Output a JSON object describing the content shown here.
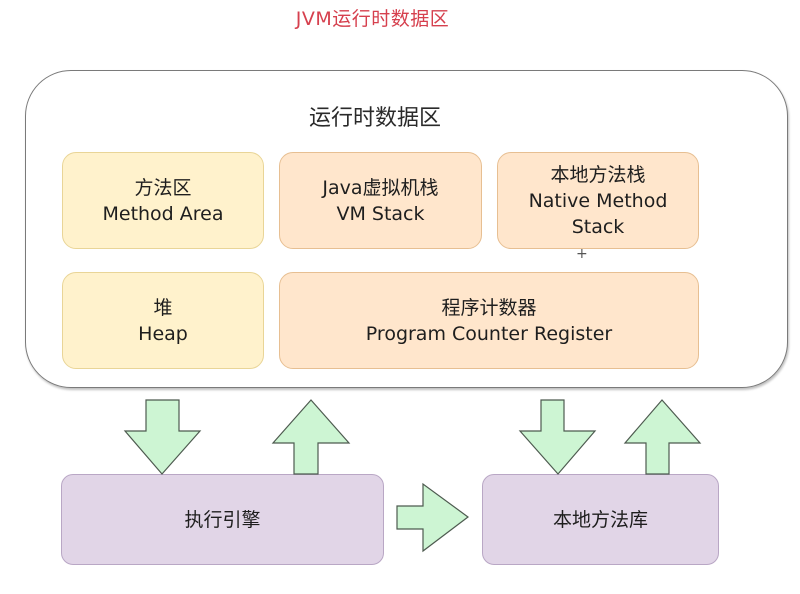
{
  "title": "JVM运行时数据区",
  "runtime_data_area": {
    "label": "运行时数据区",
    "components": {
      "method_area": {
        "cn": "方法区",
        "en": "Method Area"
      },
      "vm_stack": {
        "cn": "Java虚拟机栈",
        "en": "VM Stack"
      },
      "native_method_stack": {
        "cn": "本地方法栈",
        "en_line1": "Native Method",
        "en_line2": "Stack"
      },
      "heap": {
        "cn": "堆",
        "en": "Heap"
      },
      "program_counter_register": {
        "cn": "程序计数器",
        "en": "Program Counter Register"
      }
    },
    "cursor_glyph": "+"
  },
  "execution_engine": {
    "label": "执行引擎"
  },
  "native_method_library": {
    "label": "本地方法库"
  },
  "arrows": [
    {
      "from": "运行时数据区",
      "to": "执行引擎",
      "direction": "down"
    },
    {
      "from": "执行引擎",
      "to": "运行时数据区",
      "direction": "up"
    },
    {
      "from": "运行时数据区",
      "to": "本地方法库",
      "direction": "down"
    },
    {
      "from": "本地方法库",
      "to": "运行时数据区",
      "direction": "up"
    },
    {
      "from": "执行引擎",
      "to": "本地方法库",
      "direction": "right"
    }
  ],
  "colors": {
    "title": "#d6404e",
    "shared_area_fill": "#fff2cc",
    "thread_private_fill": "#ffe6cc",
    "engine_fill": "#e1d5e7",
    "arrow_fill": "#cdf5d3"
  }
}
